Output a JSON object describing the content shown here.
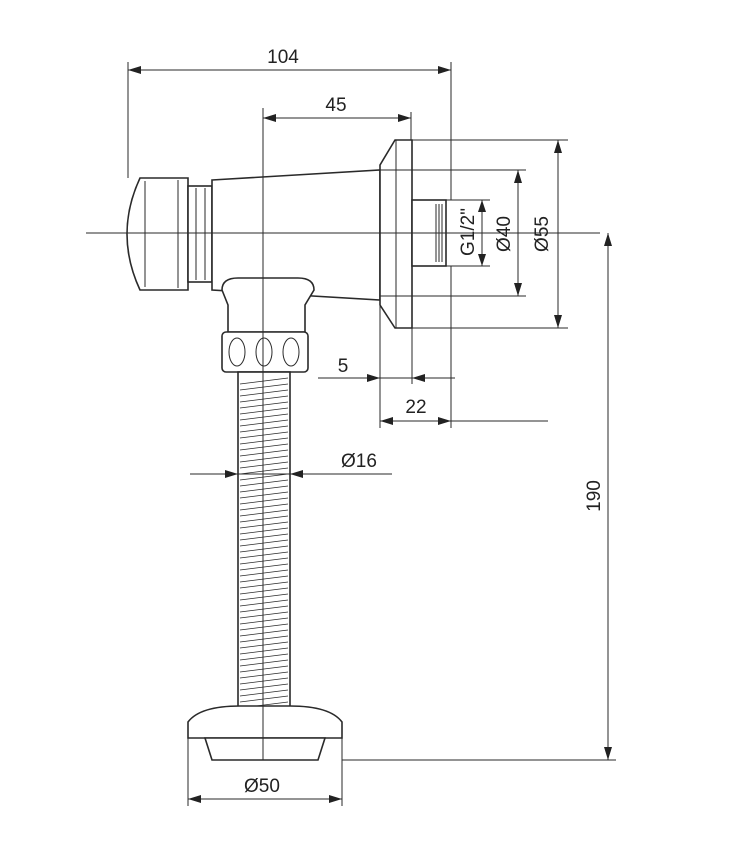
{
  "dimensions": {
    "overall_width": "104",
    "outlet_offset": "45",
    "flange_thickness": "5",
    "flange_depth": "22",
    "tube_diameter": "Ø16",
    "thread_size": "G1/2\"",
    "inner_diameter": "Ø40",
    "flange_diameter": "Ø55",
    "height": "190",
    "base_diameter": "Ø50"
  },
  "colors": {
    "line": "#2a2a2a",
    "background": "#ffffff"
  }
}
